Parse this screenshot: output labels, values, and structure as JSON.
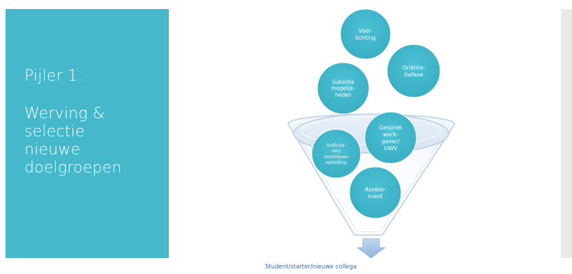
{
  "slide": {
    "title_lines": [
      "Pijler 1.",
      "",
      "Werving &",
      "selectie",
      "nieuwe",
      "doelgroepen"
    ]
  },
  "diagram": {
    "outer_circles": [
      {
        "label": [
          "Voor-",
          "lichting"
        ]
      },
      {
        "label": [
          "Oriënta-",
          "tiefase"
        ]
      },
      {
        "label": [
          "Subsidie",
          "mogelijk-",
          "heden"
        ]
      }
    ],
    "inner_circles": [
      {
        "label": [
          "Sollicite-",
          "ren/",
          "inschrijven",
          "opleiding"
        ]
      },
      {
        "label": [
          "Gesprek",
          "werk-",
          "gever/",
          "UWV"
        ]
      },
      {
        "label": [
          "Assess-",
          "ment"
        ]
      }
    ],
    "output_label": "Student/starter/nieuwe collega"
  },
  "colors": {
    "panel": "#45b8cc",
    "circle": "#45b8cc",
    "funnel_outline": "#c7d6e6",
    "arrow": "#a8c4e4",
    "caption": "#2f6eb5"
  }
}
